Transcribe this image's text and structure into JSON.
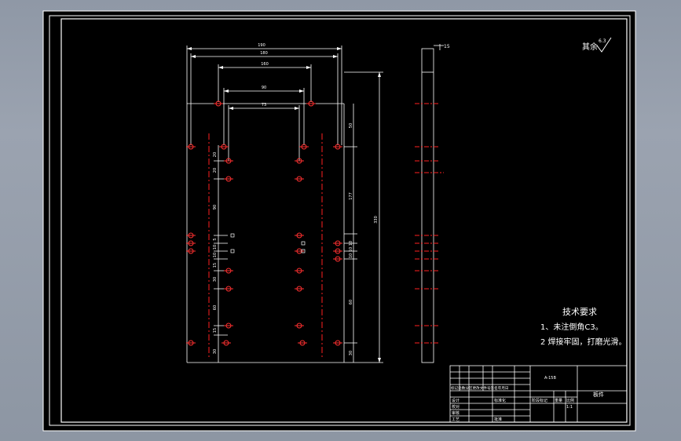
{
  "drawing": {
    "roughness": {
      "label": "其余",
      "value": "6.3"
    },
    "dimensions": {
      "overall_width": "190",
      "outer_hole_span": "180",
      "upper_hole_span": "160",
      "middle_span": "90",
      "inner_span": "73",
      "side_thickness": "15",
      "overall_height": "330",
      "right_upper": "50",
      "right_main": "177",
      "right_group": "10 10 10",
      "right_lower": "60",
      "right_bottom": "30",
      "left_list": [
        "20",
        "20",
        "90",
        "5",
        "10",
        "10",
        "15",
        "30",
        "60",
        "15",
        "30"
      ]
    },
    "notes": {
      "heading": "技术要求",
      "line1": "1、未注倒角C3。",
      "line2": "2 焊接牢固，打磨光滑。"
    },
    "title_block": {
      "part_label": "A-15B",
      "name": "板件",
      "sign_row": "标记处数分区更改文件号签名年月日",
      "design": "设计",
      "standard": "标准化",
      "check": "校对",
      "review": "审核",
      "process": "工艺",
      "approve": "批准",
      "stage": "阶段标记",
      "weight": "重量",
      "ratio": "比例",
      "scale": "1:1"
    }
  }
}
